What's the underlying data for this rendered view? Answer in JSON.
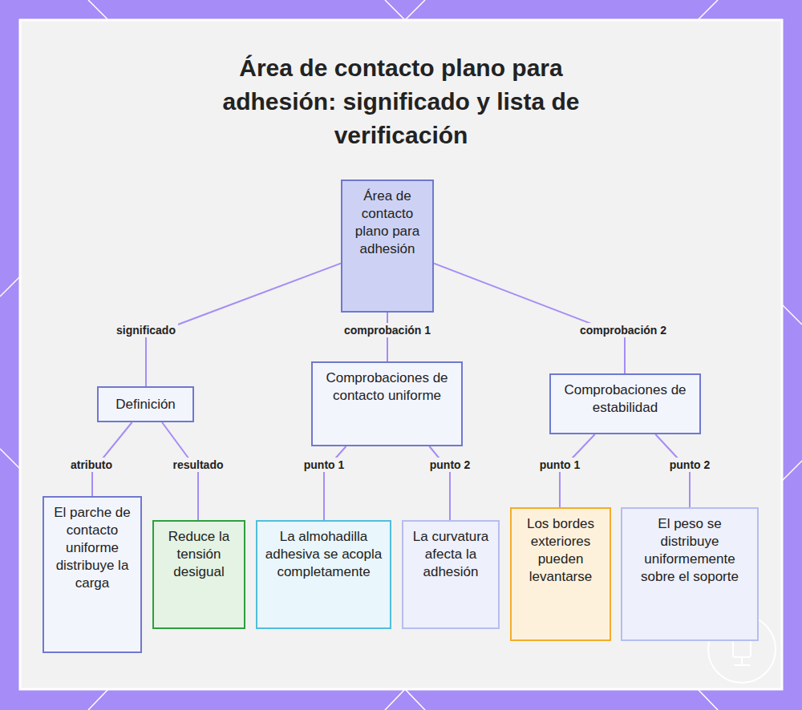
{
  "diagram": {
    "title": "Área de contacto plano para adhesión: significado y lista de verificación",
    "nodes": [
      {
        "text": [
          "Área de contacto plano para adhesión"
        ]
      },
      {
        "text": [
          "Definición"
        ]
      },
      {
        "text": [
          "Comprobaciones de contacto uniforme"
        ]
      },
      {
        "text": [
          "Comprobaciones de estabilidad"
        ]
      },
      {
        "text": [
          "El parche de contacto uniforme distribuye la carga"
        ]
      },
      {
        "text": [
          "Reduce la tensión desigual"
        ]
      },
      {
        "text": [
          "La almohadilla adhesiva se acopla completamente"
        ]
      },
      {
        "text": [
          "La curvatura afecta la adhesión"
        ]
      },
      {
        "text": [
          "Los bordes exteriores pueden levantarse"
        ]
      },
      {
        "text": [
          "El peso se distribuye uniformemente sobre el soporte"
        ]
      }
    ],
    "edges": [
      {
        "from": 0,
        "to": 1,
        "label": "significado",
        "arrow": "none"
      },
      {
        "from": 0,
        "to": 2,
        "label": "comprobación 1",
        "arrow": "none"
      },
      {
        "from": 0,
        "to": 3,
        "label": "comprobación 2",
        "arrow": "none"
      },
      {
        "from": 1,
        "to": 4,
        "label": "atributo",
        "arrow": "none"
      },
      {
        "from": 1,
        "to": 5,
        "label": "resultado",
        "arrow": "none"
      },
      {
        "from": 2,
        "to": 6,
        "label": "punto 1",
        "arrow": "none"
      },
      {
        "from": 2,
        "to": 7,
        "label": "punto 2",
        "arrow": "none"
      },
      {
        "from": 3,
        "to": 8,
        "label": "punto 1",
        "arrow": "none"
      },
      {
        "from": 3,
        "to": 9,
        "label": "punto 2",
        "arrow": "none"
      }
    ]
  }
}
